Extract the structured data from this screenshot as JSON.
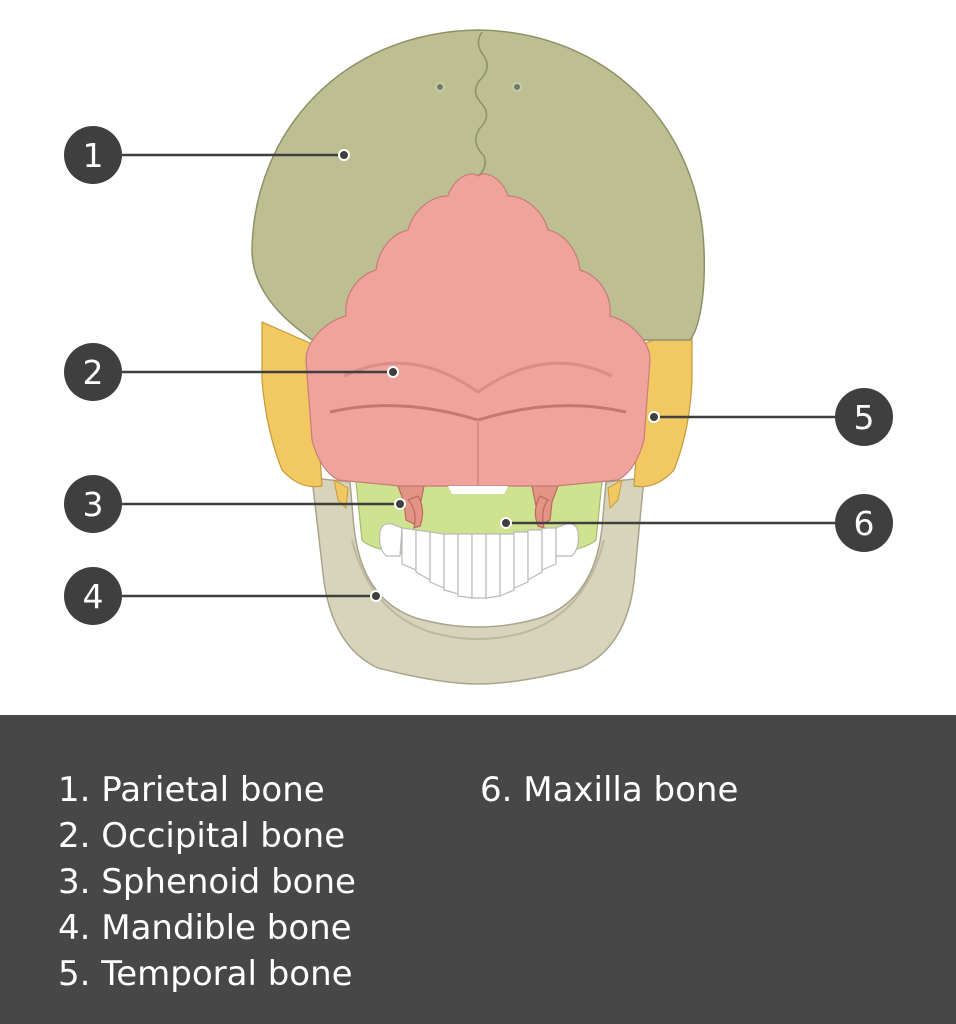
{
  "callouts": [
    {
      "number": "1",
      "name": "Parietal bone"
    },
    {
      "number": "2",
      "name": "Occipital bone"
    },
    {
      "number": "3",
      "name": "Sphenoid bone"
    },
    {
      "number": "4",
      "name": "Mandible bone"
    },
    {
      "number": "5",
      "name": "Temporal bone"
    },
    {
      "number": "6",
      "name": "Maxilla bone"
    }
  ],
  "legend": {
    "left": [
      "1. Parietal bone",
      "2. Occipital bone",
      "3. Sphenoid bone",
      "4. Mandible bone",
      "5. Temporal bone"
    ],
    "right": [
      "6. Maxilla bone"
    ]
  },
  "colors": {
    "parietal": "#bdbf92",
    "occipital": "#f0a29c",
    "temporal": "#f2c862",
    "sphenoid": "#e39486",
    "mandible": "#d8d4bc",
    "maxilla": "#cfe28f",
    "teeth": "#ffffff",
    "callout_badge": "#3f3f3f",
    "legend_background": "#474747"
  }
}
